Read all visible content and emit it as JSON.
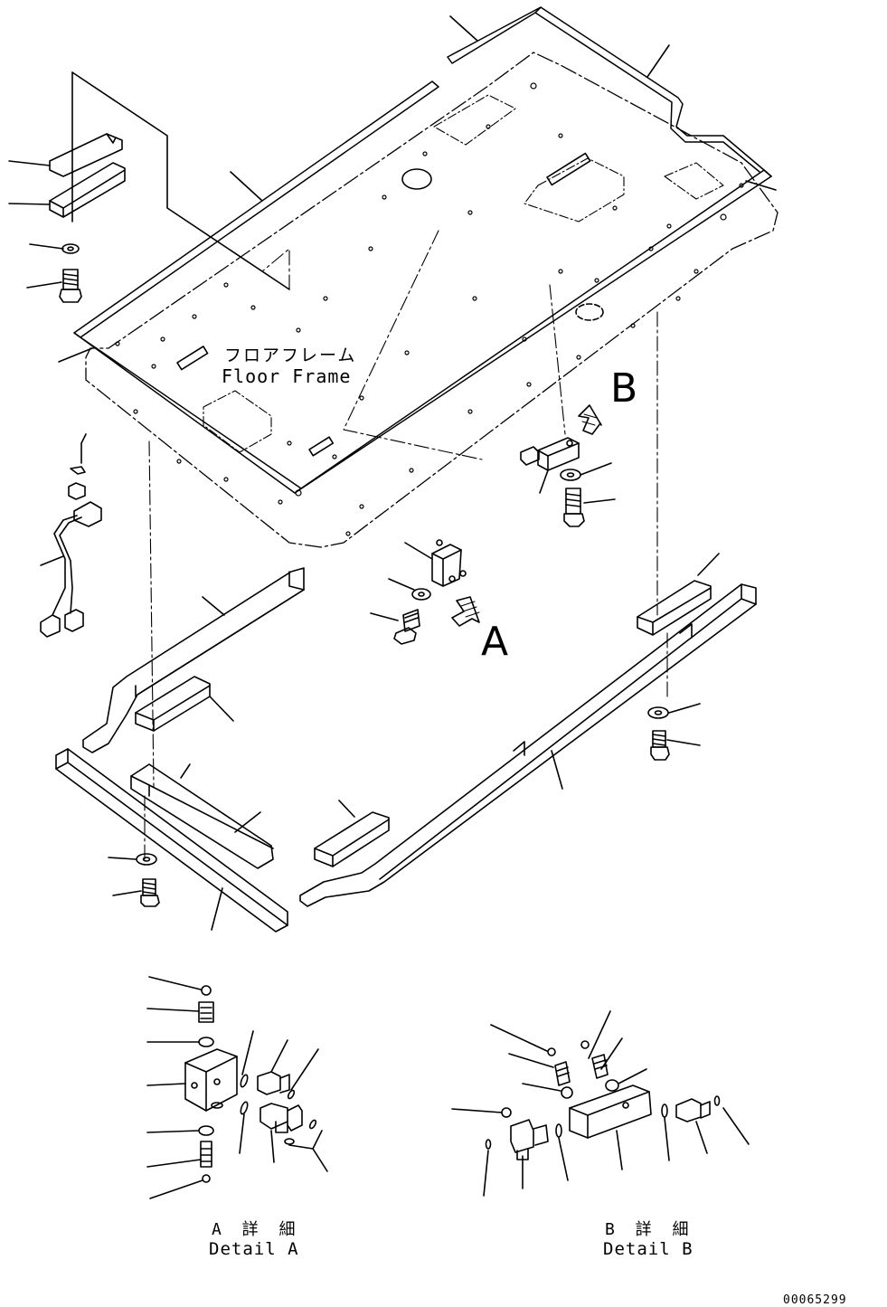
{
  "floor_frame": {
    "label_jp": "フロアフレーム",
    "label_en": "Floor Frame"
  },
  "view_markers": {
    "a": "A",
    "b": "B"
  },
  "detail_a": {
    "label_jp": "A 詳 細",
    "label_en": "Detail A"
  },
  "detail_b": {
    "label_jp": "B 詳 細",
    "label_en": "Detail B"
  },
  "drawing_number": "00065299",
  "colors": {
    "line": "#000000",
    "background": "#ffffff"
  }
}
